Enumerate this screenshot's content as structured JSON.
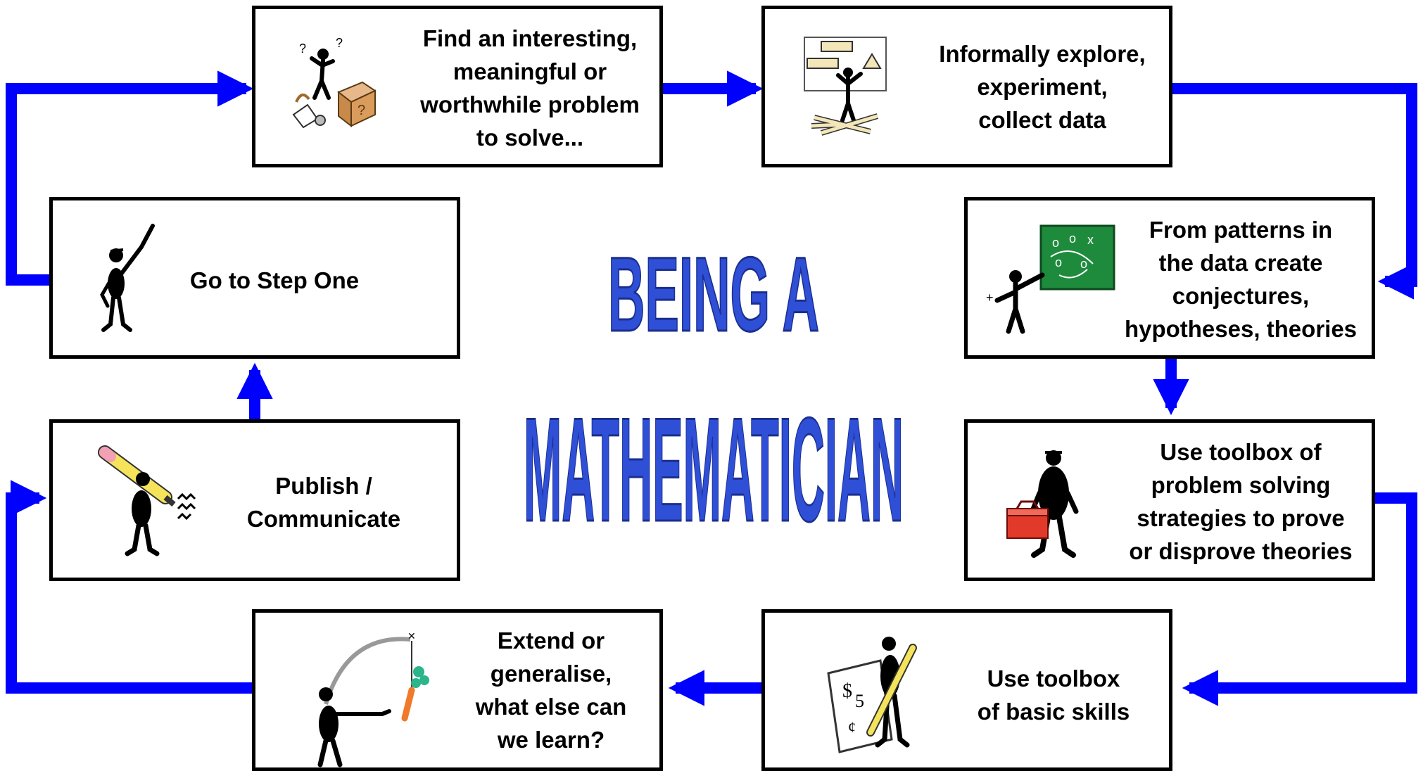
{
  "title": {
    "line1": "BEING A",
    "line2": "MATHEMATICIAN",
    "fill_color": "#2f4fd6",
    "shade_color": "#1a2f8f"
  },
  "arrow_color": "#0000ff",
  "steps": {
    "find": {
      "lines": [
        "Find an interesting,",
        "meaningful or",
        "worthwhile problem",
        "to solve..."
      ],
      "icon": "confused-figure-with-box-icon"
    },
    "explore": {
      "lines": [
        "Informally explore,",
        "experiment,",
        "collect data"
      ],
      "icon": "figure-exploring-shapes-icon"
    },
    "conjecture": {
      "lines": [
        "From patterns in",
        "the data create",
        "conjectures,",
        "hypotheses, theories"
      ],
      "icon": "figure-at-chalkboard-icon"
    },
    "toolbox_strategies": {
      "lines": [
        "Use toolbox of",
        "problem solving",
        "strategies to prove",
        "or disprove theories"
      ],
      "icon": "figure-with-toolbox-icon"
    },
    "basic_skills": {
      "lines": [
        "Use toolbox",
        "of basic skills"
      ],
      "icon": "figure-writing-on-paper-icon"
    },
    "extend": {
      "lines": [
        "Extend or",
        "generalise,",
        "what else can",
        "we learn?"
      ],
      "icon": "figure-chasing-carrot-icon"
    },
    "publish": {
      "lines": [
        "Publish /",
        "Communicate"
      ],
      "icon": "figure-with-pencil-icon"
    },
    "go_to_step_one": {
      "lines": [
        "Go to Step One"
      ],
      "icon": "figure-pointing-up-icon"
    }
  }
}
